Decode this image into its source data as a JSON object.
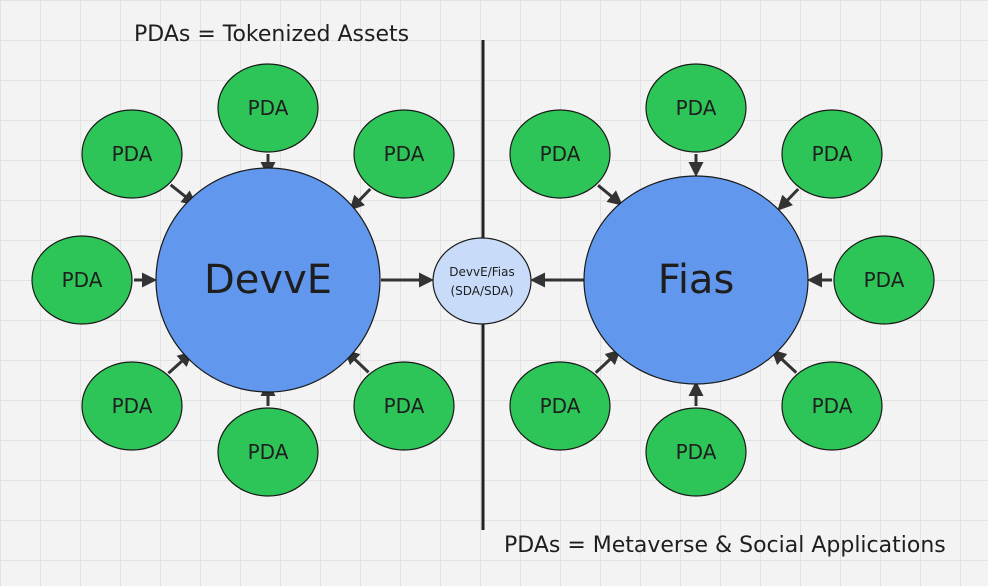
{
  "captions": {
    "top": "PDAs = Tokenized Assets",
    "bottom": "PDAs = Metaverse & Social Applications"
  },
  "hubs": {
    "left": "DevvE",
    "right": "Fias"
  },
  "bridge": {
    "line1": "DevvE/Fias",
    "line2": "(SDA/SDA)"
  },
  "pda_label": "PDA",
  "colors": {
    "pda_fill": "#2dc558",
    "hub_fill": "#6198ee",
    "bridge_fill": "#c8dcfa",
    "background": "#f3f3f3",
    "grid": "#e2e2e2"
  }
}
